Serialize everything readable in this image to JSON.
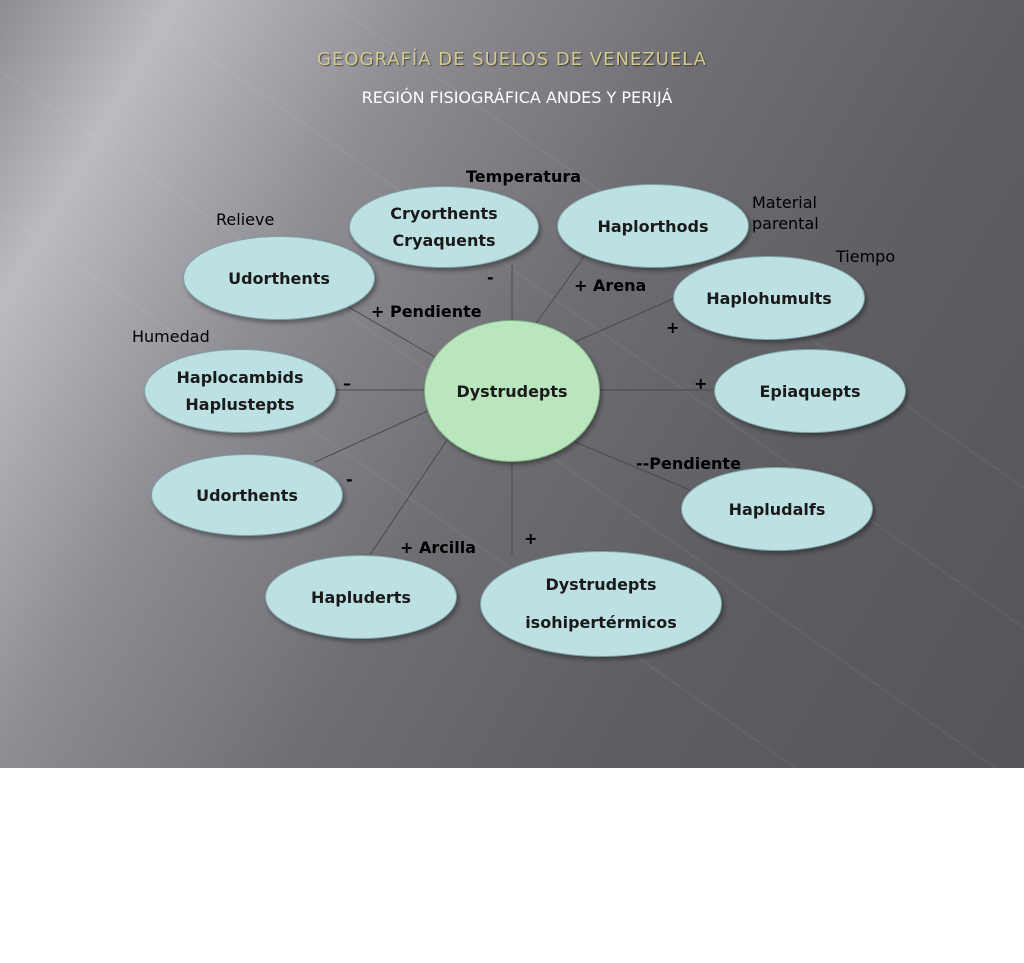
{
  "header": {
    "title": "GEOGRAFÍA DE SUELOS DE VENEZUELA",
    "subtitle": "REGIÓN FISIOGRÁFICA ANDES Y PERIJÁ"
  },
  "center": {
    "label": "Dystrudepts"
  },
  "nodes": {
    "cryorthents": [
      "Cryorthents",
      "Cryaquents"
    ],
    "haplorthods": "Haplorthods",
    "udorthents_top": "Udorthents",
    "haplohumults": "Haplohumults",
    "haplocambids": [
      "Haplocambids",
      "Haplustepts"
    ],
    "epiaquepts": "Epiaquepts",
    "udorthents_bottom": "Udorthents",
    "hapludalfs": "Hapludalfs",
    "hapluderts": "Hapluderts",
    "dystrudepts_iso": [
      "Dystrudepts",
      "isohipertérmicos"
    ]
  },
  "factors": {
    "temperatura": "Temperatura",
    "material": [
      "Material",
      "parental"
    ],
    "relieve": "Relieve",
    "tiempo": "Tiempo",
    "humedad": "Humedad"
  },
  "edge_labels": {
    "pendiente_plus": "+ Pendiente",
    "arena_plus": "+ Arena",
    "arcilla_plus": "+ Arcilla",
    "pendiente_minus": "--Pendiente",
    "minus_top": "-",
    "minus_left": "–",
    "minus_lower": "-",
    "plus_tiempo": "+",
    "plus_right": "+",
    "plus_bottom": "+"
  }
}
